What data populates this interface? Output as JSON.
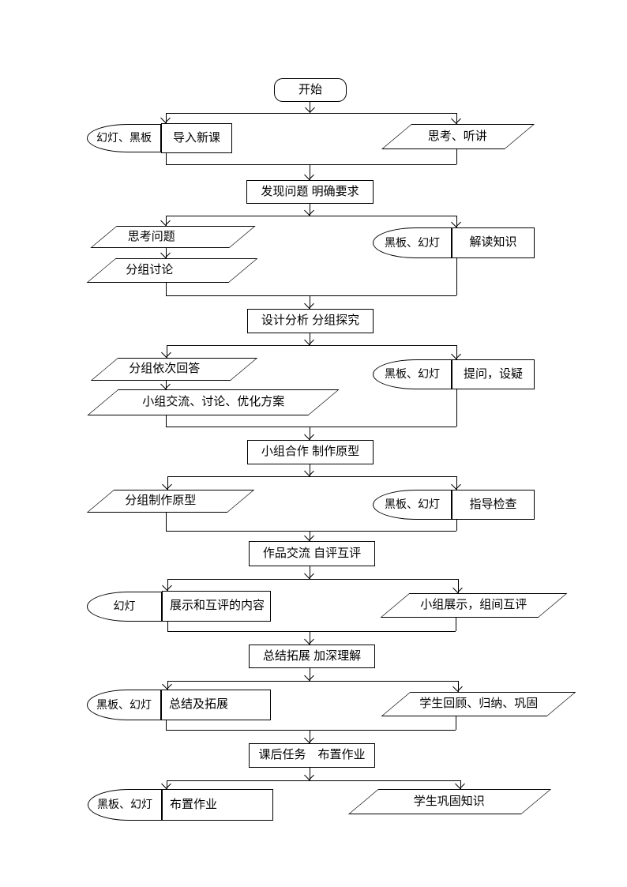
{
  "page": {
    "background": "#ffffff",
    "line_color": "#000000",
    "text_color": "#000000"
  },
  "flowchart": {
    "start": "开始",
    "stage1": {
      "media": "幻灯、黑板",
      "teacher": "导入新课",
      "student": "思考、听讲",
      "outcome": "发现问题 明确要求"
    },
    "stage2": {
      "student_steps": [
        "思考问题",
        "分组讨论"
      ],
      "media": "黑板、幻灯",
      "teacher": "解读知识",
      "outcome": "设计分析 分组探究"
    },
    "stage3": {
      "student_steps": [
        "分组依次回答",
        "小组交流、讨论、优化方案"
      ],
      "media": "黑板、幻灯",
      "teacher": "提问，设疑",
      "outcome": "小组合作 制作原型"
    },
    "stage4": {
      "student": "分组制作原型",
      "media": "黑板、幻灯",
      "teacher": "指导检查",
      "outcome": "作品交流 自评互评"
    },
    "stage5": {
      "media": "幻灯",
      "teacher": "展示和互评的内容",
      "student": "小组展示，组间互评",
      "outcome": "总结拓展 加深理解"
    },
    "stage6": {
      "media": "黑板、幻灯",
      "teacher": "总结及拓展",
      "student": "学生回顾、归纳、巩固",
      "outcome": "课后任务　布置作业"
    },
    "stage7": {
      "media": "黑板、幻灯",
      "teacher": "布置作业",
      "student": "学生巩固知识"
    }
  }
}
